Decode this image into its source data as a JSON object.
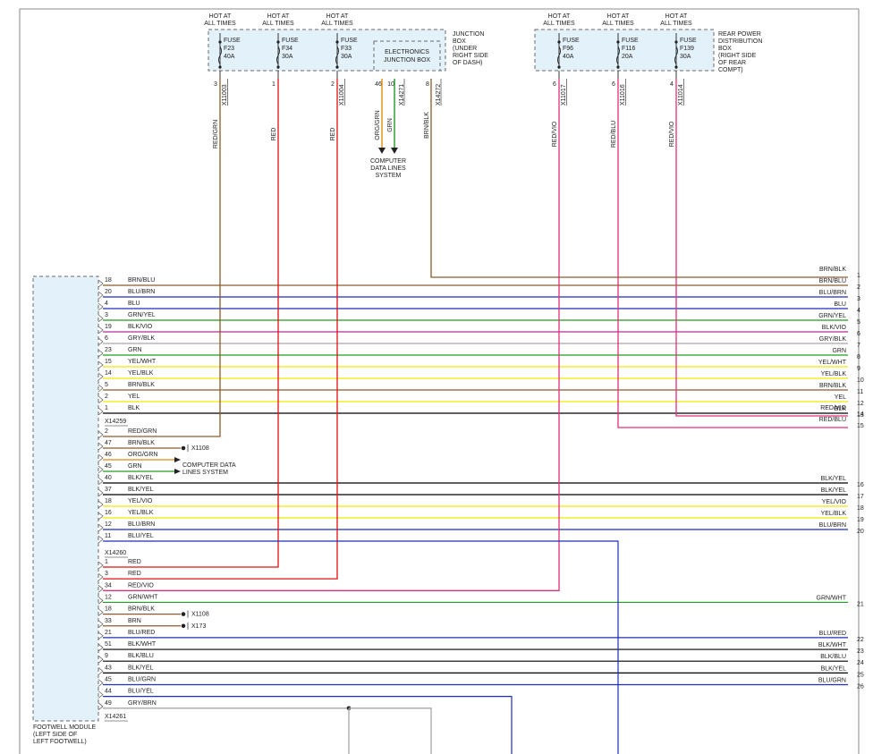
{
  "header_fuses": [
    {
      "hot": "HOT AT|ALL TIMES",
      "name": "FUSE|F23|40A",
      "pin": "3",
      "conn": "X11003",
      "color": "RED/GRN"
    },
    {
      "hot": "HOT AT|ALL TIMES",
      "name": "FUSE|F34|30A",
      "pin": "1",
      "conn": "",
      "color": "RED"
    },
    {
      "hot": "HOT AT|ALL TIMES",
      "name": "FUSE|F33|30A",
      "pin": "2",
      "conn": "X11004",
      "color": "RED"
    },
    {
      "hot": "HOT AT|ALL TIMES",
      "name": "FUSE|F96|40A",
      "pin": "6",
      "conn": "X11017",
      "color": "RED/VIO"
    },
    {
      "hot": "HOT AT|ALL TIMES",
      "name": "FUSE|F116|20A",
      "pin": "6",
      "conn": "X11016",
      "color": "RED/BLU"
    },
    {
      "hot": "HOT AT|ALL TIMES",
      "name": "FUSE|F139|30A",
      "pin": "4",
      "conn": "X11014",
      "color": "RED/VIO"
    }
  ],
  "junction_box_label": "JUNCTION|BOX|(UNDER|RIGHT SIDE|OF DASH)",
  "electronics_jb_label": "ELECTRONICS|JUNCTION BOX",
  "rear_box_label": "REAR POWER|DISTRIBUTION|BOX|(RIGHT SIDE|OF REAR|COMPT)",
  "ejb_pins": [
    {
      "pin": "46",
      "color": "ORG/GRN"
    },
    {
      "pin": "10",
      "color": "GRN"
    },
    {
      "pin": "8",
      "color": "BRN/BLK"
    }
  ],
  "ejb_conns": [
    "X14271",
    "X14272"
  ],
  "cdl_top_label": "COMPUTER|DATA LINES|SYSTEM",
  "module_label": "FOOTWELL MODULE|(LEFT SIDE OF|LEFT FOOTWELL)",
  "connectors": [
    "X14259",
    "X14260",
    "X14261"
  ],
  "splices": [
    "X1108",
    "X1108",
    "X173"
  ],
  "cdl_mid_label": "COMPUTER DATA|LINES SYSTEM",
  "left_pins": [
    {
      "pin": "18",
      "color": "BRN/BLU"
    },
    {
      "pin": "20",
      "color": "BLU/BRN"
    },
    {
      "pin": "4",
      "color": "BLU"
    },
    {
      "pin": "3",
      "color": "GRN/YEL"
    },
    {
      "pin": "19",
      "color": "BLK/VIO"
    },
    {
      "pin": "6",
      "color": "GRY/BLK"
    },
    {
      "pin": "23",
      "color": "GRN"
    },
    {
      "pin": "15",
      "color": "YEL/WHT"
    },
    {
      "pin": "14",
      "color": "YEL/BLK"
    },
    {
      "pin": "5",
      "color": "BRN/BLK"
    },
    {
      "pin": "2",
      "color": "YEL"
    },
    {
      "pin": "1",
      "color": "BLK"
    },
    {
      "pin": "2",
      "color": "RED/GRN"
    },
    {
      "pin": "47",
      "color": "BRN/BLK"
    },
    {
      "pin": "46",
      "color": "ORG/GRN"
    },
    {
      "pin": "45",
      "color": "GRN"
    },
    {
      "pin": "40",
      "color": "BLK/YEL"
    },
    {
      "pin": "37",
      "color": "BLK/YEL"
    },
    {
      "pin": "18",
      "color": "YEL/VIO"
    },
    {
      "pin": "16",
      "color": "YEL/BLK"
    },
    {
      "pin": "12",
      "color": "BLU/BRN"
    },
    {
      "pin": "11",
      "color": "BLU/YEL"
    },
    {
      "pin": "1",
      "color": "RED"
    },
    {
      "pin": "3",
      "color": "RED"
    },
    {
      "pin": "34",
      "color": "RED/VIO"
    },
    {
      "pin": "12",
      "color": "GRN/WHT"
    },
    {
      "pin": "18",
      "color": "BRN/BLK"
    },
    {
      "pin": "33",
      "color": "BRN"
    },
    {
      "pin": "21",
      "color": "BLU/RED"
    },
    {
      "pin": "51",
      "color": "BLK/WHT"
    },
    {
      "pin": "9",
      "color": "BLK/BLU"
    },
    {
      "pin": "43",
      "color": "BLK/YEL"
    },
    {
      "pin": "45",
      "color": "BLU/GRN"
    },
    {
      "pin": "44",
      "color": "BLU/YEL"
    },
    {
      "pin": "49",
      "color": "GRY/BRN"
    }
  ],
  "right_refs": [
    {
      "num": "1",
      "color": "BRN/BLK"
    },
    {
      "num": "2",
      "color": "BRN/BLU"
    },
    {
      "num": "3",
      "color": "BLU/BRN"
    },
    {
      "num": "4",
      "color": "BLU"
    },
    {
      "num": "5",
      "color": "GRN/YEL"
    },
    {
      "num": "6",
      "color": "BLK/VIO"
    },
    {
      "num": "7",
      "color": "GRY/BLK"
    },
    {
      "num": "8",
      "color": "GRN"
    },
    {
      "num": "9",
      "color": "YEL/WHT"
    },
    {
      "num": "10",
      "color": "YEL/BLK"
    },
    {
      "num": "11",
      "color": "BRN/BLK"
    },
    {
      "num": "12",
      "color": "YEL"
    },
    {
      "num": "13",
      "color": "BLK"
    },
    {
      "num": "14",
      "color": "RED/VIO"
    },
    {
      "num": "15",
      "color": "RED/BLU"
    },
    {
      "num": "16",
      "color": "BLK/YEL"
    },
    {
      "num": "17",
      "color": "BLK/YEL"
    },
    {
      "num": "18",
      "color": "YEL/VIO"
    },
    {
      "num": "19",
      "color": "YEL/BLK"
    },
    {
      "num": "20",
      "color": "BLU/BRN"
    },
    {
      "num": "21",
      "color": "GRN/WHT"
    },
    {
      "num": "22",
      "color": "BLU/RED"
    },
    {
      "num": "23",
      "color": "BLK/WHT"
    },
    {
      "num": "24",
      "color": "BLK/BLU"
    },
    {
      "num": "25",
      "color": "BLK/YEL"
    },
    {
      "num": "26",
      "color": "BLU/GRN"
    }
  ],
  "colors": {
    "brown": "#8B5A2B",
    "blue": "#1f2fb8",
    "green": "#1e9e1e",
    "yellow": "#f2e600",
    "red": "#e01010",
    "pink": "#e0307a",
    "violet": "#b0309a",
    "gray": "#a8a8a8",
    "orange": "#e08a10",
    "black": "#000000",
    "box_fill": "#e3f1fa",
    "box_stroke": "#6a6a6a"
  }
}
